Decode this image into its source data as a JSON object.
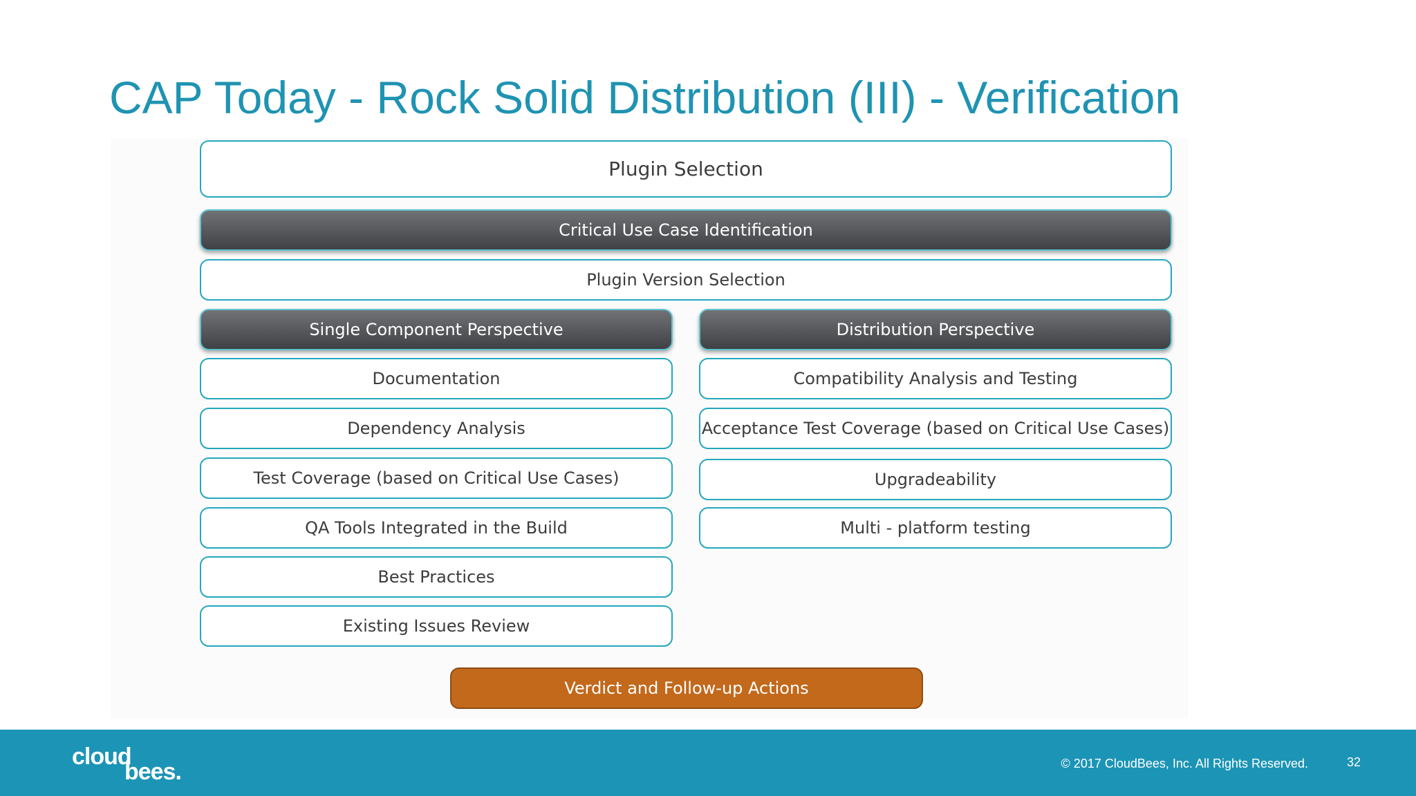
{
  "slide": {
    "title": "CAP Today - Rock Solid Distribution (III) - Verification"
  },
  "diagram": {
    "plugin_selection": "Plugin Selection",
    "critical_use_case": "Critical Use Case Identification",
    "plugin_version_selection": "Plugin Version Selection",
    "single_component": {
      "header": "Single Component Perspective",
      "items": [
        "Documentation",
        "Dependency Analysis",
        "Test Coverage (based on Critical Use Cases)",
        "QA Tools Integrated in the Build",
        "Best Practices",
        "Existing Issues Review"
      ]
    },
    "distribution": {
      "header": "Distribution Perspective",
      "items": [
        "Compatibility Analysis and Testing",
        "Acceptance Test Coverage (based on Critical Use Cases)",
        "Upgradeability",
        "Multi - platform testing"
      ]
    },
    "verdict": "Verdict and Follow-up Actions"
  },
  "footer": {
    "logo_top": "cloud",
    "logo_bottom": "bees.",
    "copyright": "© 2017 CloudBees, Inc. All Rights Reserved.",
    "page_number": "32"
  },
  "colors": {
    "title": "#1f93b2",
    "outline": "#23a7bd",
    "dark_box": "#4a4c4f",
    "orange_box": "#c2691c",
    "footer": "#1c94b5"
  }
}
